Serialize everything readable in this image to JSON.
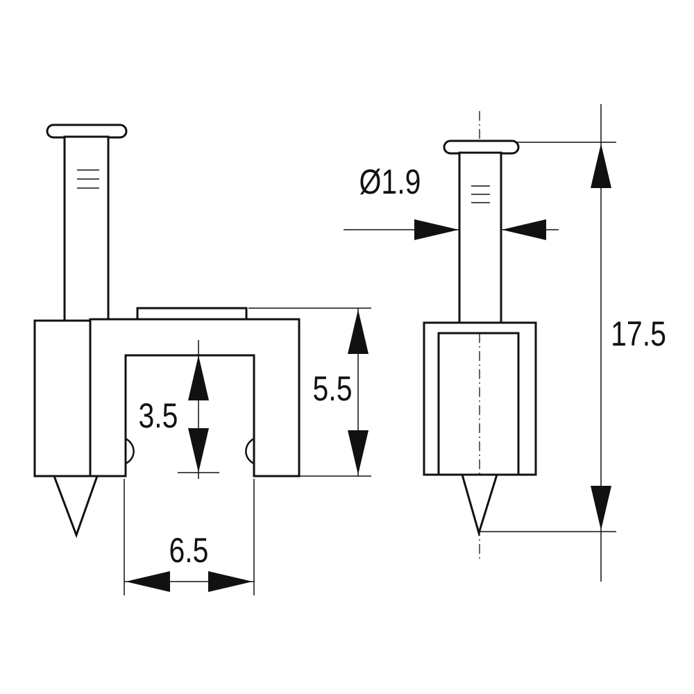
{
  "dimensions": {
    "nail_diameter": "Ø1.9",
    "total_height": "17.5",
    "body_height": "5.5",
    "slot_depth": "3.5",
    "slot_width": "6.5"
  },
  "colors": {
    "line": "#111111",
    "background": "#ffffff"
  }
}
